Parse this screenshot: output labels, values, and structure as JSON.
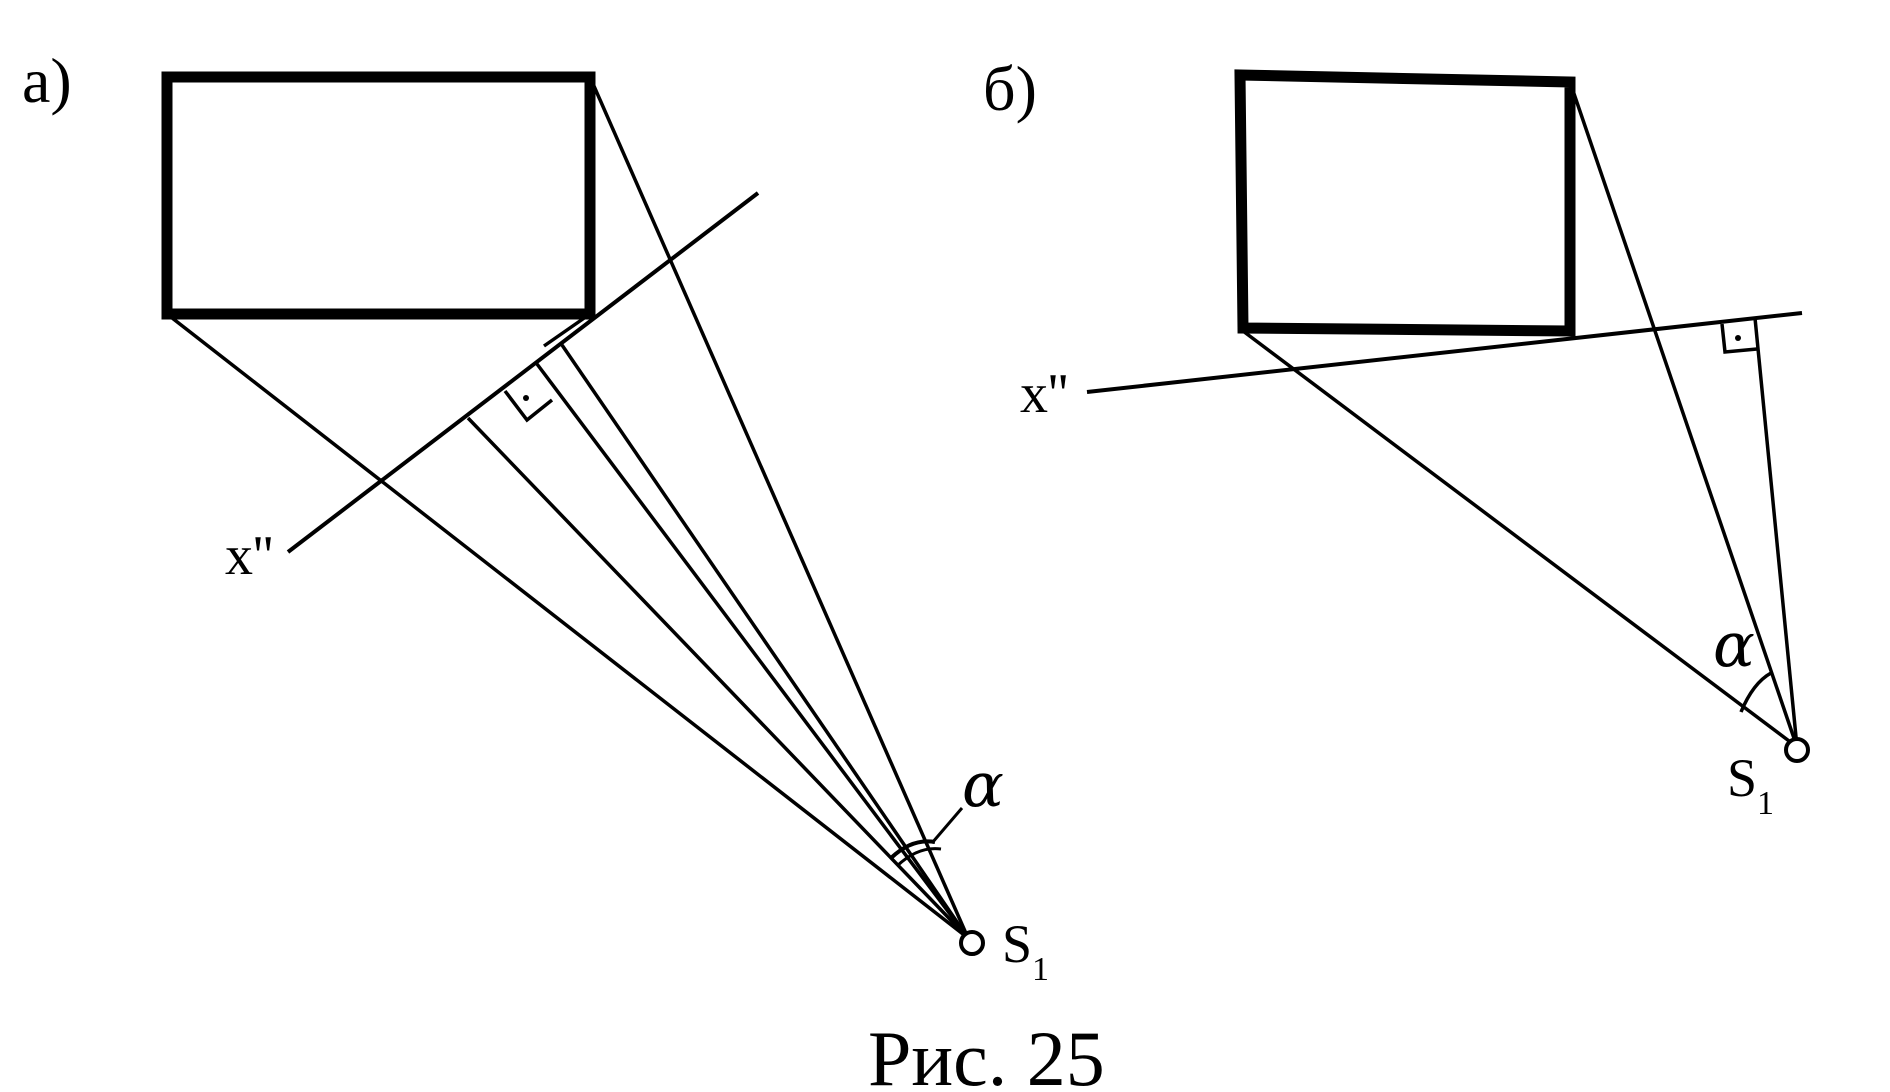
{
  "figure": {
    "caption": "Рис. 25",
    "panels": [
      {
        "id": "a",
        "label": "а)",
        "axis_label": "x''",
        "point_label": "S",
        "point_subscript": "1",
        "angle_label": "α"
      },
      {
        "id": "b",
        "label": "б)",
        "axis_label": "x''",
        "point_label": "S",
        "point_subscript": "1",
        "angle_label": "α"
      }
    ]
  }
}
